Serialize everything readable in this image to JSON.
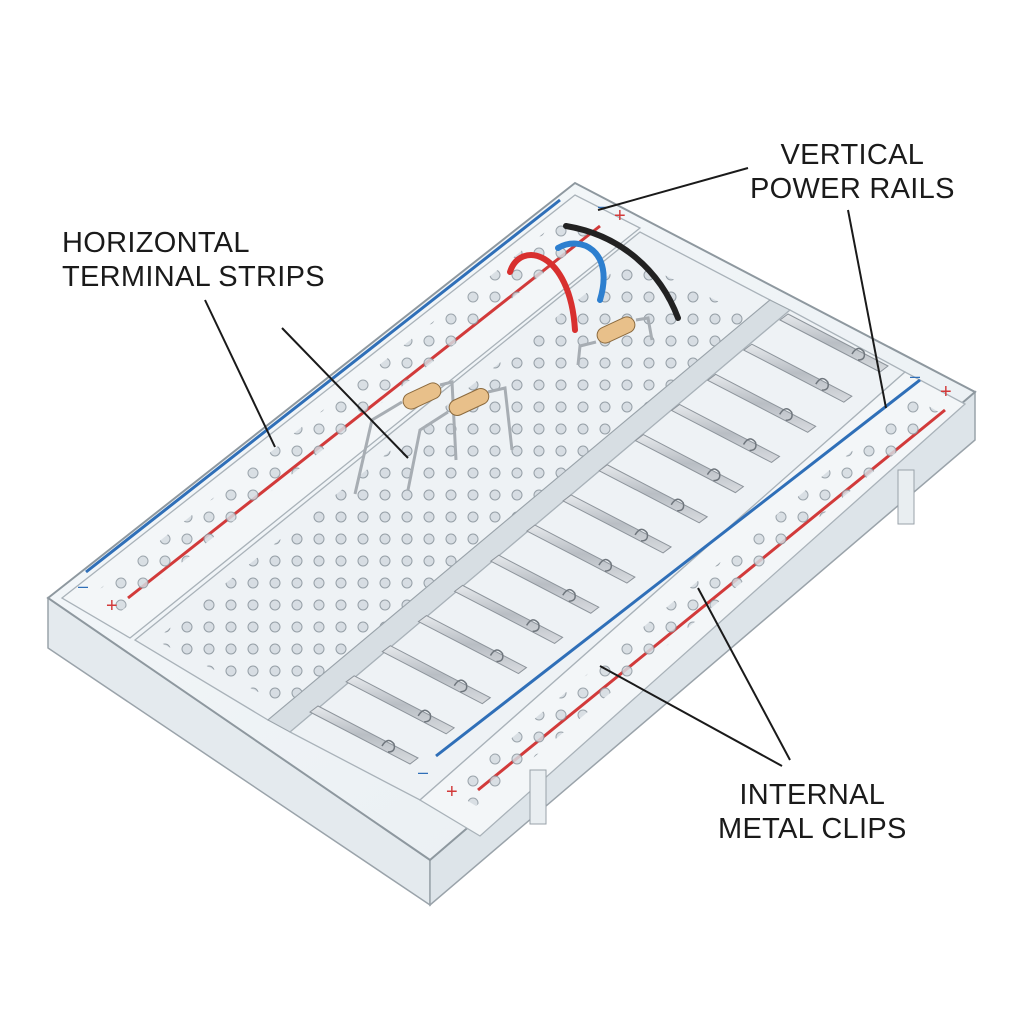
{
  "labels": {
    "terminal_strips": {
      "line1": "HORIZONTAL",
      "line2": "TERMINAL STRIPS"
    },
    "power_rails": {
      "line1": "VERTICAL",
      "line2": "POWER RAILS"
    },
    "metal_clips": {
      "line1": "INTERNAL",
      "line2": "METAL CLIPS"
    }
  },
  "rail_marks": {
    "plus": "+",
    "minus": "–"
  },
  "colors": {
    "rail_red": "#d23a3a",
    "rail_blue": "#2f6fb8",
    "wire_red": "#d8302f",
    "wire_blue": "#2d7fcf",
    "wire_black": "#222222",
    "board_plastic": "#eef3f6",
    "metal": "#c9cdd2"
  }
}
